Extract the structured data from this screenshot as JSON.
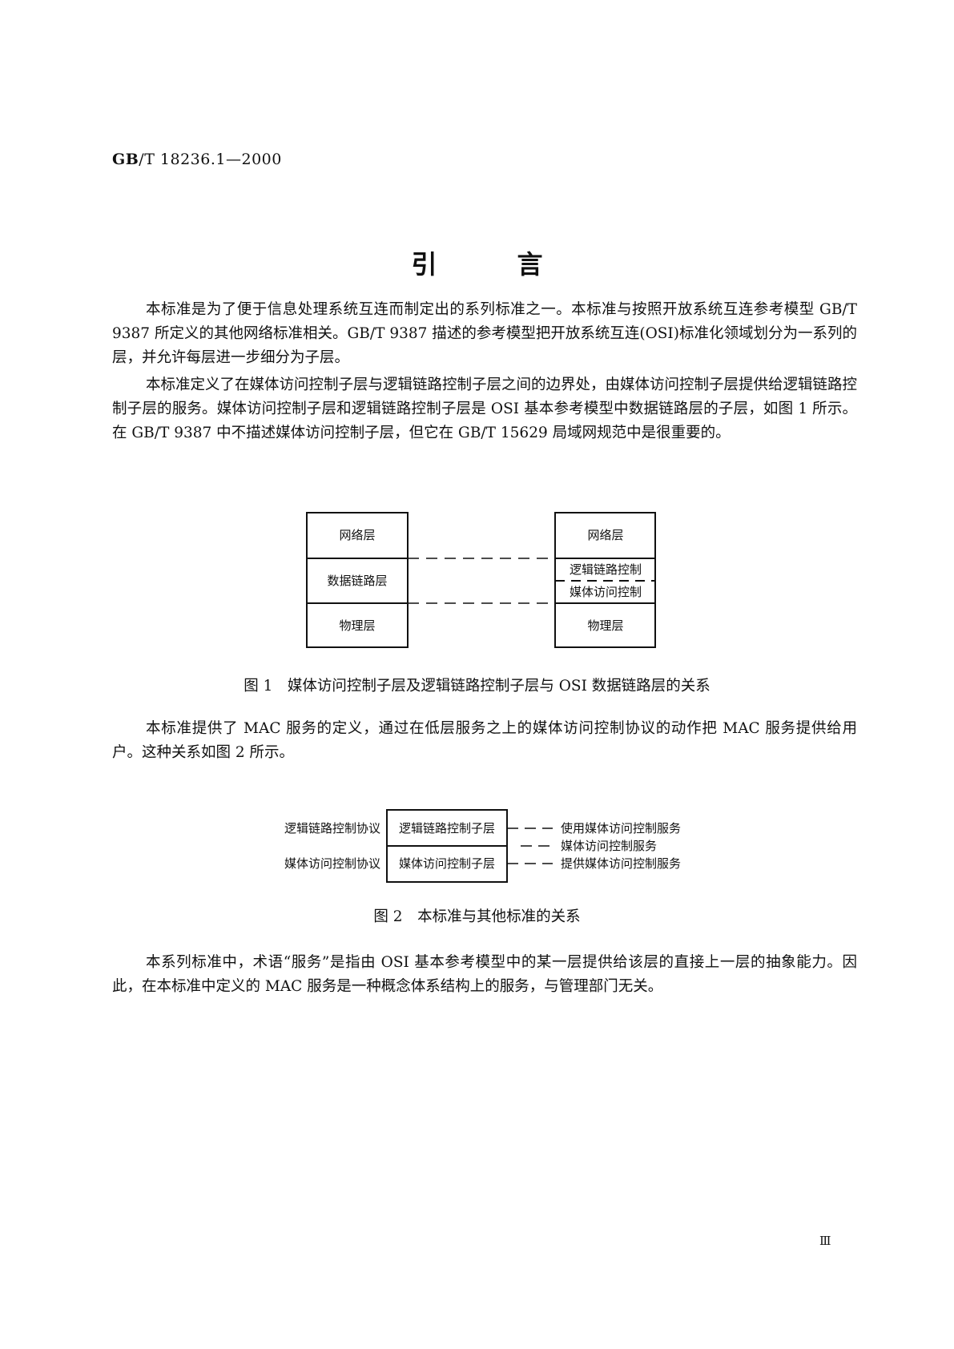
{
  "header": {
    "code_bold": "GB",
    "code_rest": "/T 18236.1—2000"
  },
  "title": {
    "char1": "引",
    "char2": "言"
  },
  "paragraphs": {
    "p1": "本标准是为了便于信息处理系统互连而制定出的系列标准之一。本标准与按照开放系统互连参考模型 GB/T 9387 所定义的其他网络标准相关。GB/T 9387 描述的参考模型把开放系统互连(OSI)标准化领域划分为一系列的层，并允许每层进一步细分为子层。",
    "p2": "本标准定义了在媒体访问控制子层与逻辑链路控制子层之间的边界处，由媒体访问控制子层提供给逻辑链路控制子层的服务。媒体访问控制子层和逻辑链路控制子层是 OSI 基本参考模型中数据链路层的子层，如图 1 所示。在 GB/T 9387 中不描述媒体访问控制子层，但它在 GB/T 15629 局域网规范中是很重要的。",
    "p3": "本标准提供了 MAC 服务的定义，通过在低层服务之上的媒体访问控制协议的动作把 MAC 服务提供给用户。这种关系如图 2 所示。",
    "p4": "本系列标准中，术语“服务”是指由 OSI 基本参考模型中的某一层提供给该层的直接上一层的抽象能力。因此，在本标准中定义的 MAC 服务是一种概念体系结构上的服务，与管理部门无关。"
  },
  "figure1": {
    "left": [
      "网络层",
      "数据链路层",
      "物理层"
    ],
    "right": [
      "网络层",
      "逻辑链路控制",
      "媒体访问控制",
      "物理层"
    ],
    "caption": "图 1　媒体访问控制子层及逻辑链路控制子层与 OSI 数据链路层的关系"
  },
  "figure2": {
    "left_labels": [
      "逻辑链路控制协议",
      "媒体访问控制协议"
    ],
    "boxes": [
      "逻辑链路控制子层",
      "媒体访问控制子层"
    ],
    "right_labels": [
      "使用媒体访问控制服务",
      "媒体访问控制服务",
      "提供媒体访问控制服务"
    ],
    "caption": "图 2　本标准与其他标准的关系"
  },
  "page_number": "Ⅲ"
}
